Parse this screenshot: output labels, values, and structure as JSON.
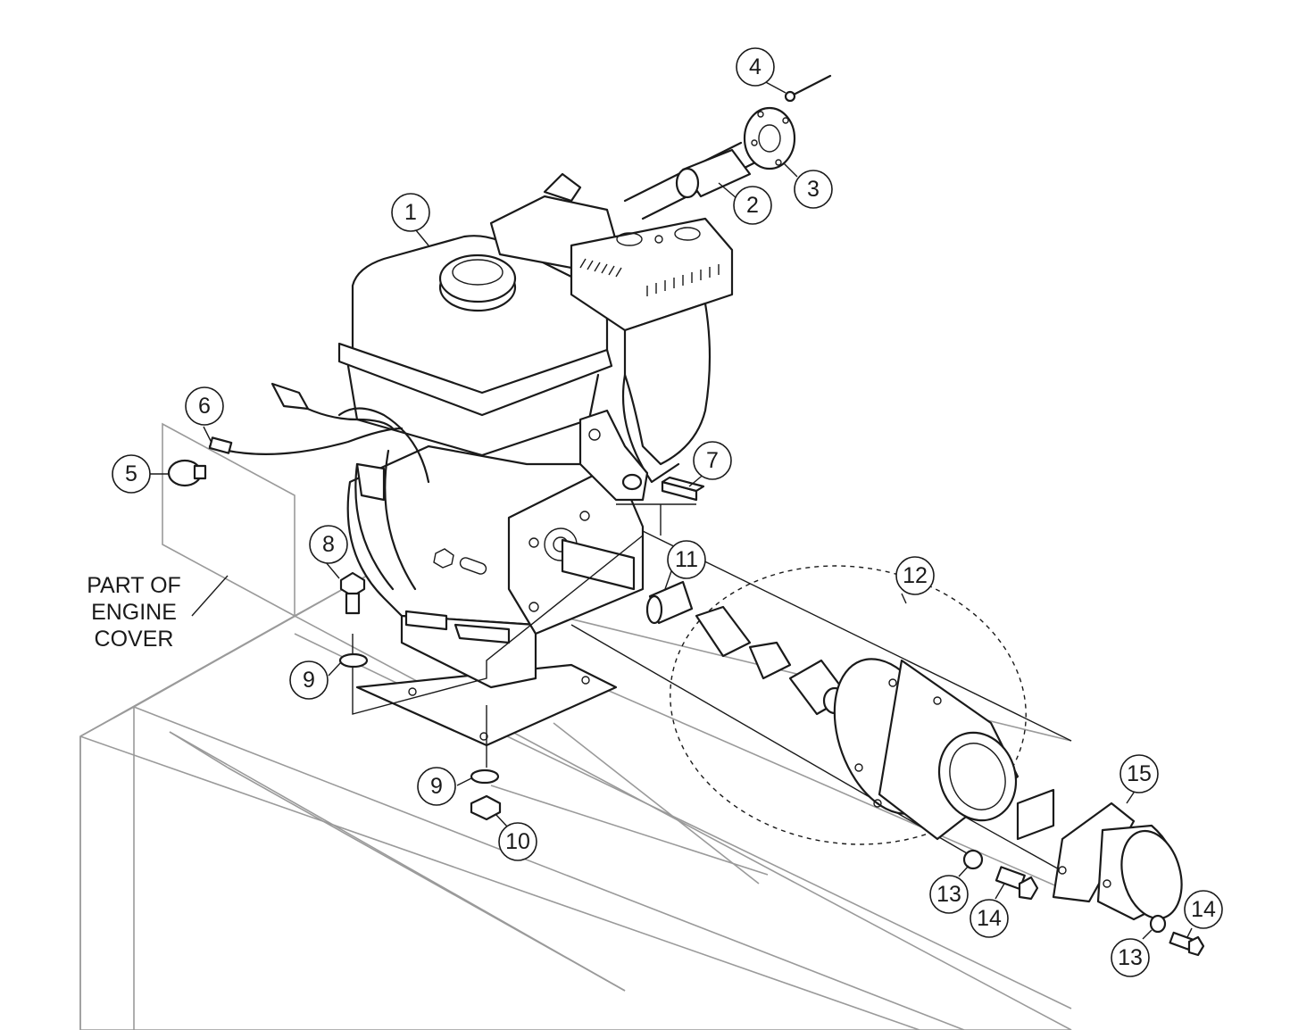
{
  "diagram": {
    "note_lines": [
      "PART OF",
      "ENGINE",
      "COVER"
    ],
    "callouts": [
      {
        "id": "c1",
        "label": "1"
      },
      {
        "id": "c2",
        "label": "2"
      },
      {
        "id": "c3",
        "label": "3"
      },
      {
        "id": "c4",
        "label": "4"
      },
      {
        "id": "c5",
        "label": "5"
      },
      {
        "id": "c6",
        "label": "6"
      },
      {
        "id": "c7",
        "label": "7"
      },
      {
        "id": "c8",
        "label": "8"
      },
      {
        "id": "c9a",
        "label": "9"
      },
      {
        "id": "c9b",
        "label": "9"
      },
      {
        "id": "c10",
        "label": "10"
      },
      {
        "id": "c11",
        "label": "11"
      },
      {
        "id": "c12",
        "label": "12"
      },
      {
        "id": "c13a",
        "label": "13"
      },
      {
        "id": "c13b",
        "label": "13"
      },
      {
        "id": "c14a",
        "label": "14"
      },
      {
        "id": "c14b",
        "label": "14"
      },
      {
        "id": "c15",
        "label": "15"
      }
    ],
    "colors": {
      "ink": "#1a1a1a",
      "frame_gray": "#9a9a9a",
      "background": "#ffffff"
    }
  }
}
